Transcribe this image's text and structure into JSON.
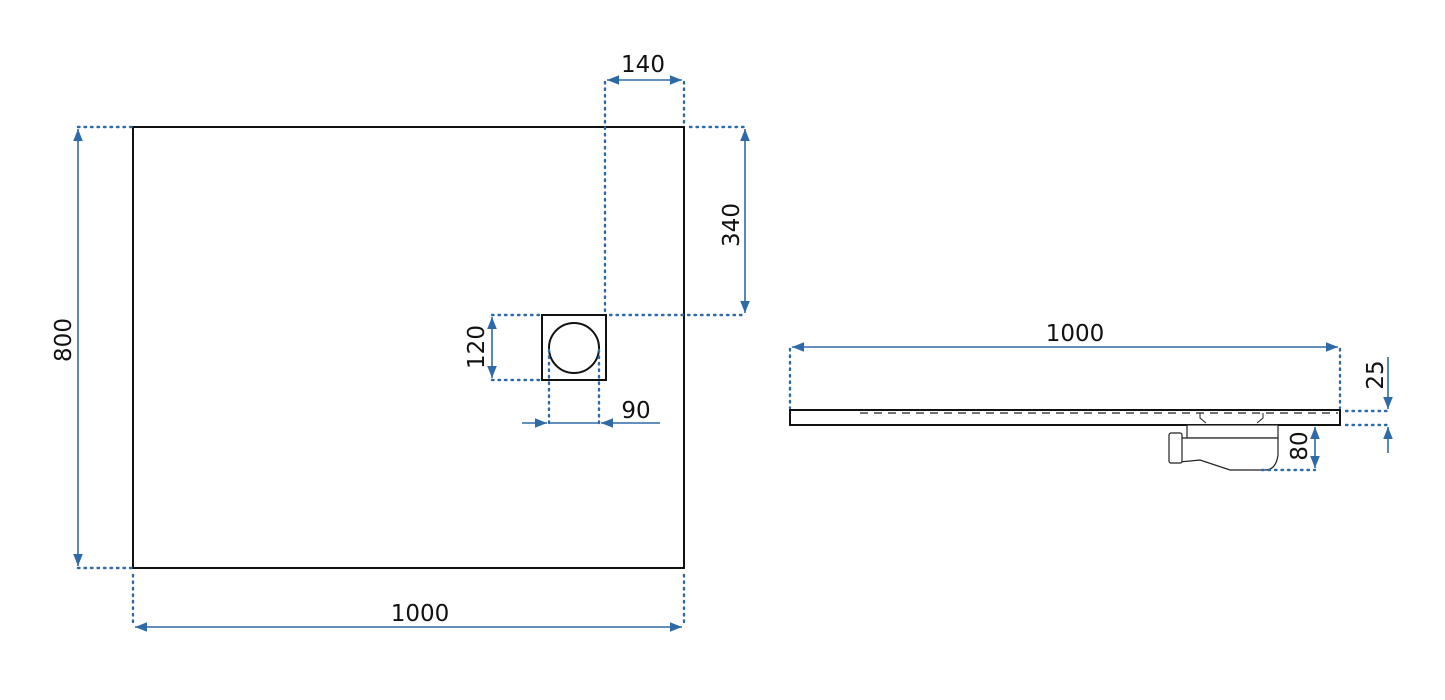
{
  "top_view": {
    "width_label": "1000",
    "depth_label": "800",
    "drain_offset_x_label": "140",
    "drain_offset_y_label": "340",
    "drain_box_label": "120",
    "drain_diameter_label": "90"
  },
  "side_view": {
    "length_label": "1000",
    "thickness_label": "25",
    "drain_height_label": "80"
  },
  "colors": {
    "dimension": "#2e6aa8",
    "outline": "#111111"
  }
}
